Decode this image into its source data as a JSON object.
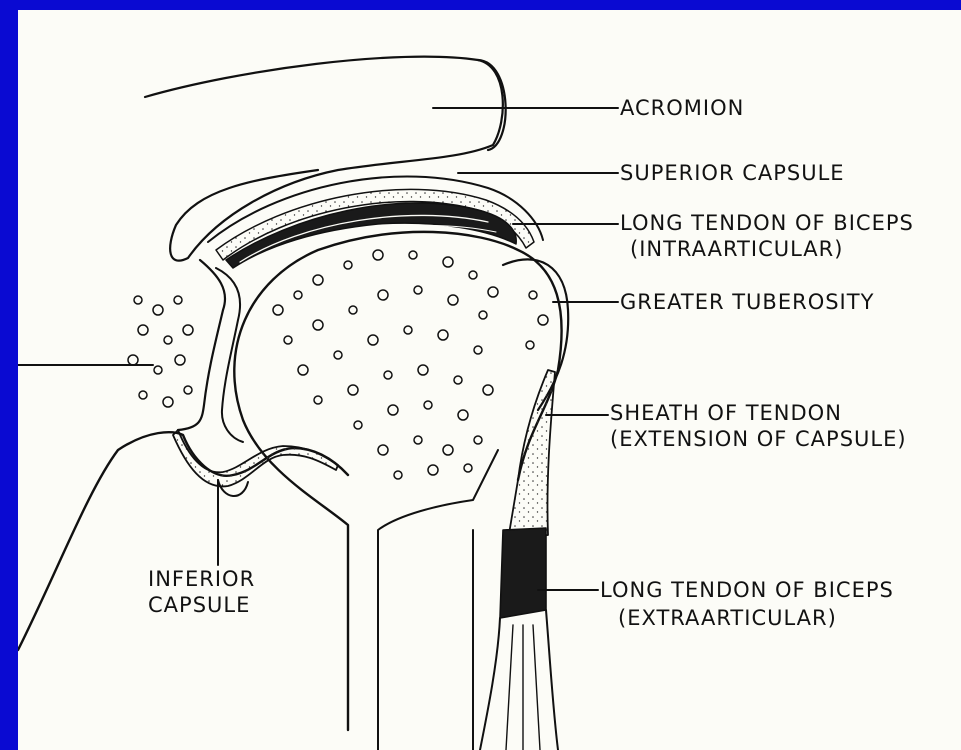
{
  "labels": {
    "acromion": "ACROMION",
    "superior_capsule": "SUPERIOR CAPSULE",
    "long_tendon_intra_1": "LONG TENDON OF BICEPS",
    "long_tendon_intra_2": "(INTRAARTICULAR)",
    "greater_tuberosity": "GREATER TUBEROSITY",
    "sheath_1": "SHEATH OF TENDON",
    "sheath_2": "(EXTENSION OF CAPSULE)",
    "inferior_capsule_1": "INFERIOR",
    "inferior_capsule_2": "CAPSULE",
    "long_tendon_extra_1": "LONG TENDON OF BICEPS",
    "long_tendon_extra_2": "(EXTRAARTICULAR)"
  },
  "colors": {
    "frame": "#0a0ad2",
    "paper": "#fcfcf7",
    "ink": "#121212"
  }
}
